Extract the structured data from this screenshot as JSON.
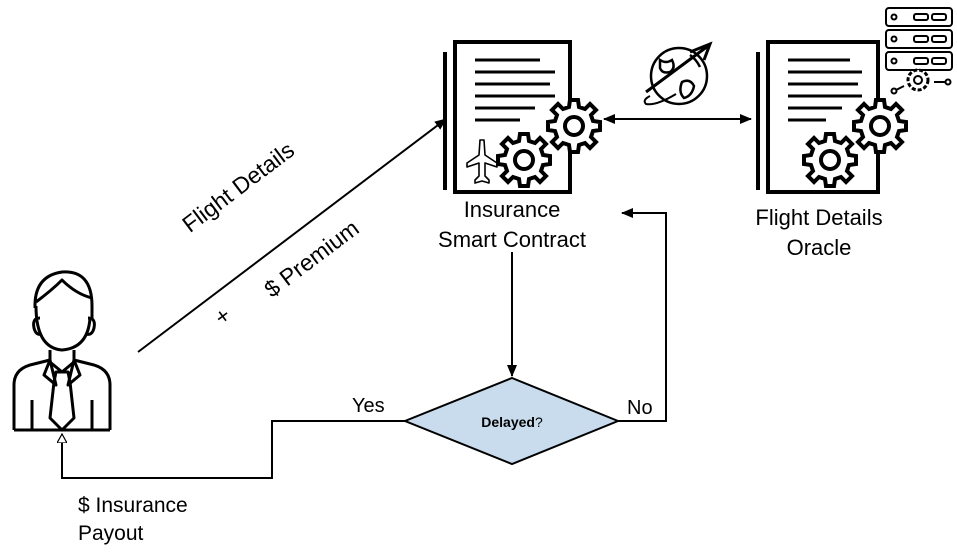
{
  "nodes": {
    "contract": {
      "line1": "Insurance",
      "line2": "Smart Contract"
    },
    "oracle": {
      "line1": "Flight Details",
      "line2": "Oracle"
    },
    "decision": {
      "bold": "Delayed",
      "rest": "?"
    }
  },
  "edges": {
    "user_to_contract": {
      "line1": "Flight Details",
      "plus": "+",
      "line2": "$ Premium"
    },
    "yes": "Yes",
    "no": "No",
    "payout": {
      "line1": "$ Insurance",
      "line2": "Payout"
    }
  },
  "icons": [
    "person-icon",
    "document-gear-icon",
    "airplane-icon",
    "globe-airplane-icon",
    "server-icon"
  ],
  "colors": {
    "decision_fill": "#c8dced",
    "stroke": "#000000"
  }
}
